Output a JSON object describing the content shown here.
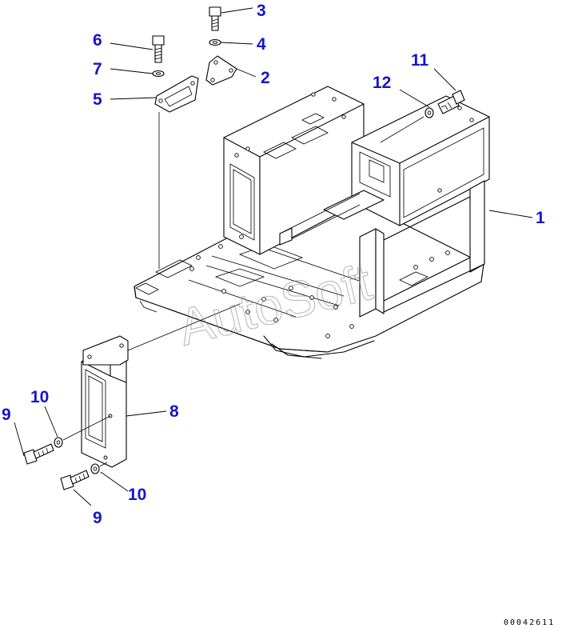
{
  "callouts": {
    "c1": "1",
    "c2": "2",
    "c3": "3",
    "c4": "4",
    "c5": "5",
    "c6": "6",
    "c7": "7",
    "c8": "8",
    "c9a": "9",
    "c9b": "9",
    "c10a": "10",
    "c10b": "10",
    "c11": "11",
    "c12": "12"
  },
  "watermark": "AutoSoft",
  "doc_id": "00042611",
  "colors": {
    "callout": "#1515c8",
    "lines": "#000000",
    "watermark": "#8a8a8a"
  }
}
